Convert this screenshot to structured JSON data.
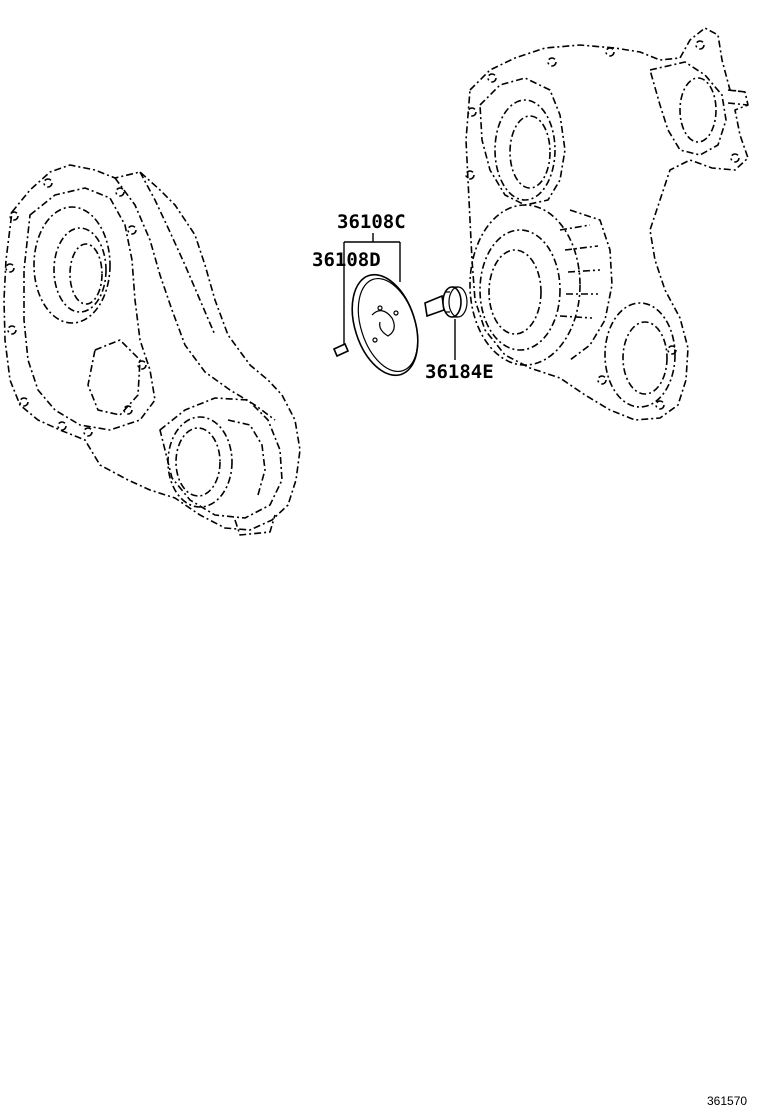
{
  "labels": {
    "part_36108C": "36108C",
    "part_36108D": "36108D",
    "part_36184E": "36184E"
  },
  "figure_number": "361570"
}
